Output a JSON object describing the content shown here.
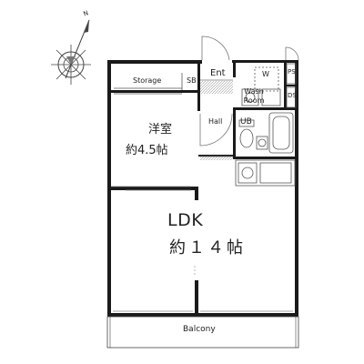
{
  "rooms": {
    "storage": "Storage",
    "sb": "SB",
    "ent": "Ent",
    "w": "W",
    "wash_room": "Wash\nRoom",
    "ps": "PS",
    "ds": "DS",
    "hall": "Hall",
    "ub": "UB",
    "western_room_name": "洋室",
    "western_room_size": "約4.5帖",
    "ldk_name": "LDK",
    "ldk_size": "約１４帖",
    "balcony": "Balcony"
  },
  "compass": {
    "north": "N"
  },
  "colors": {
    "wall": "#1a1a1a",
    "line": "#555555",
    "hatch": "#9a9a9a"
  }
}
